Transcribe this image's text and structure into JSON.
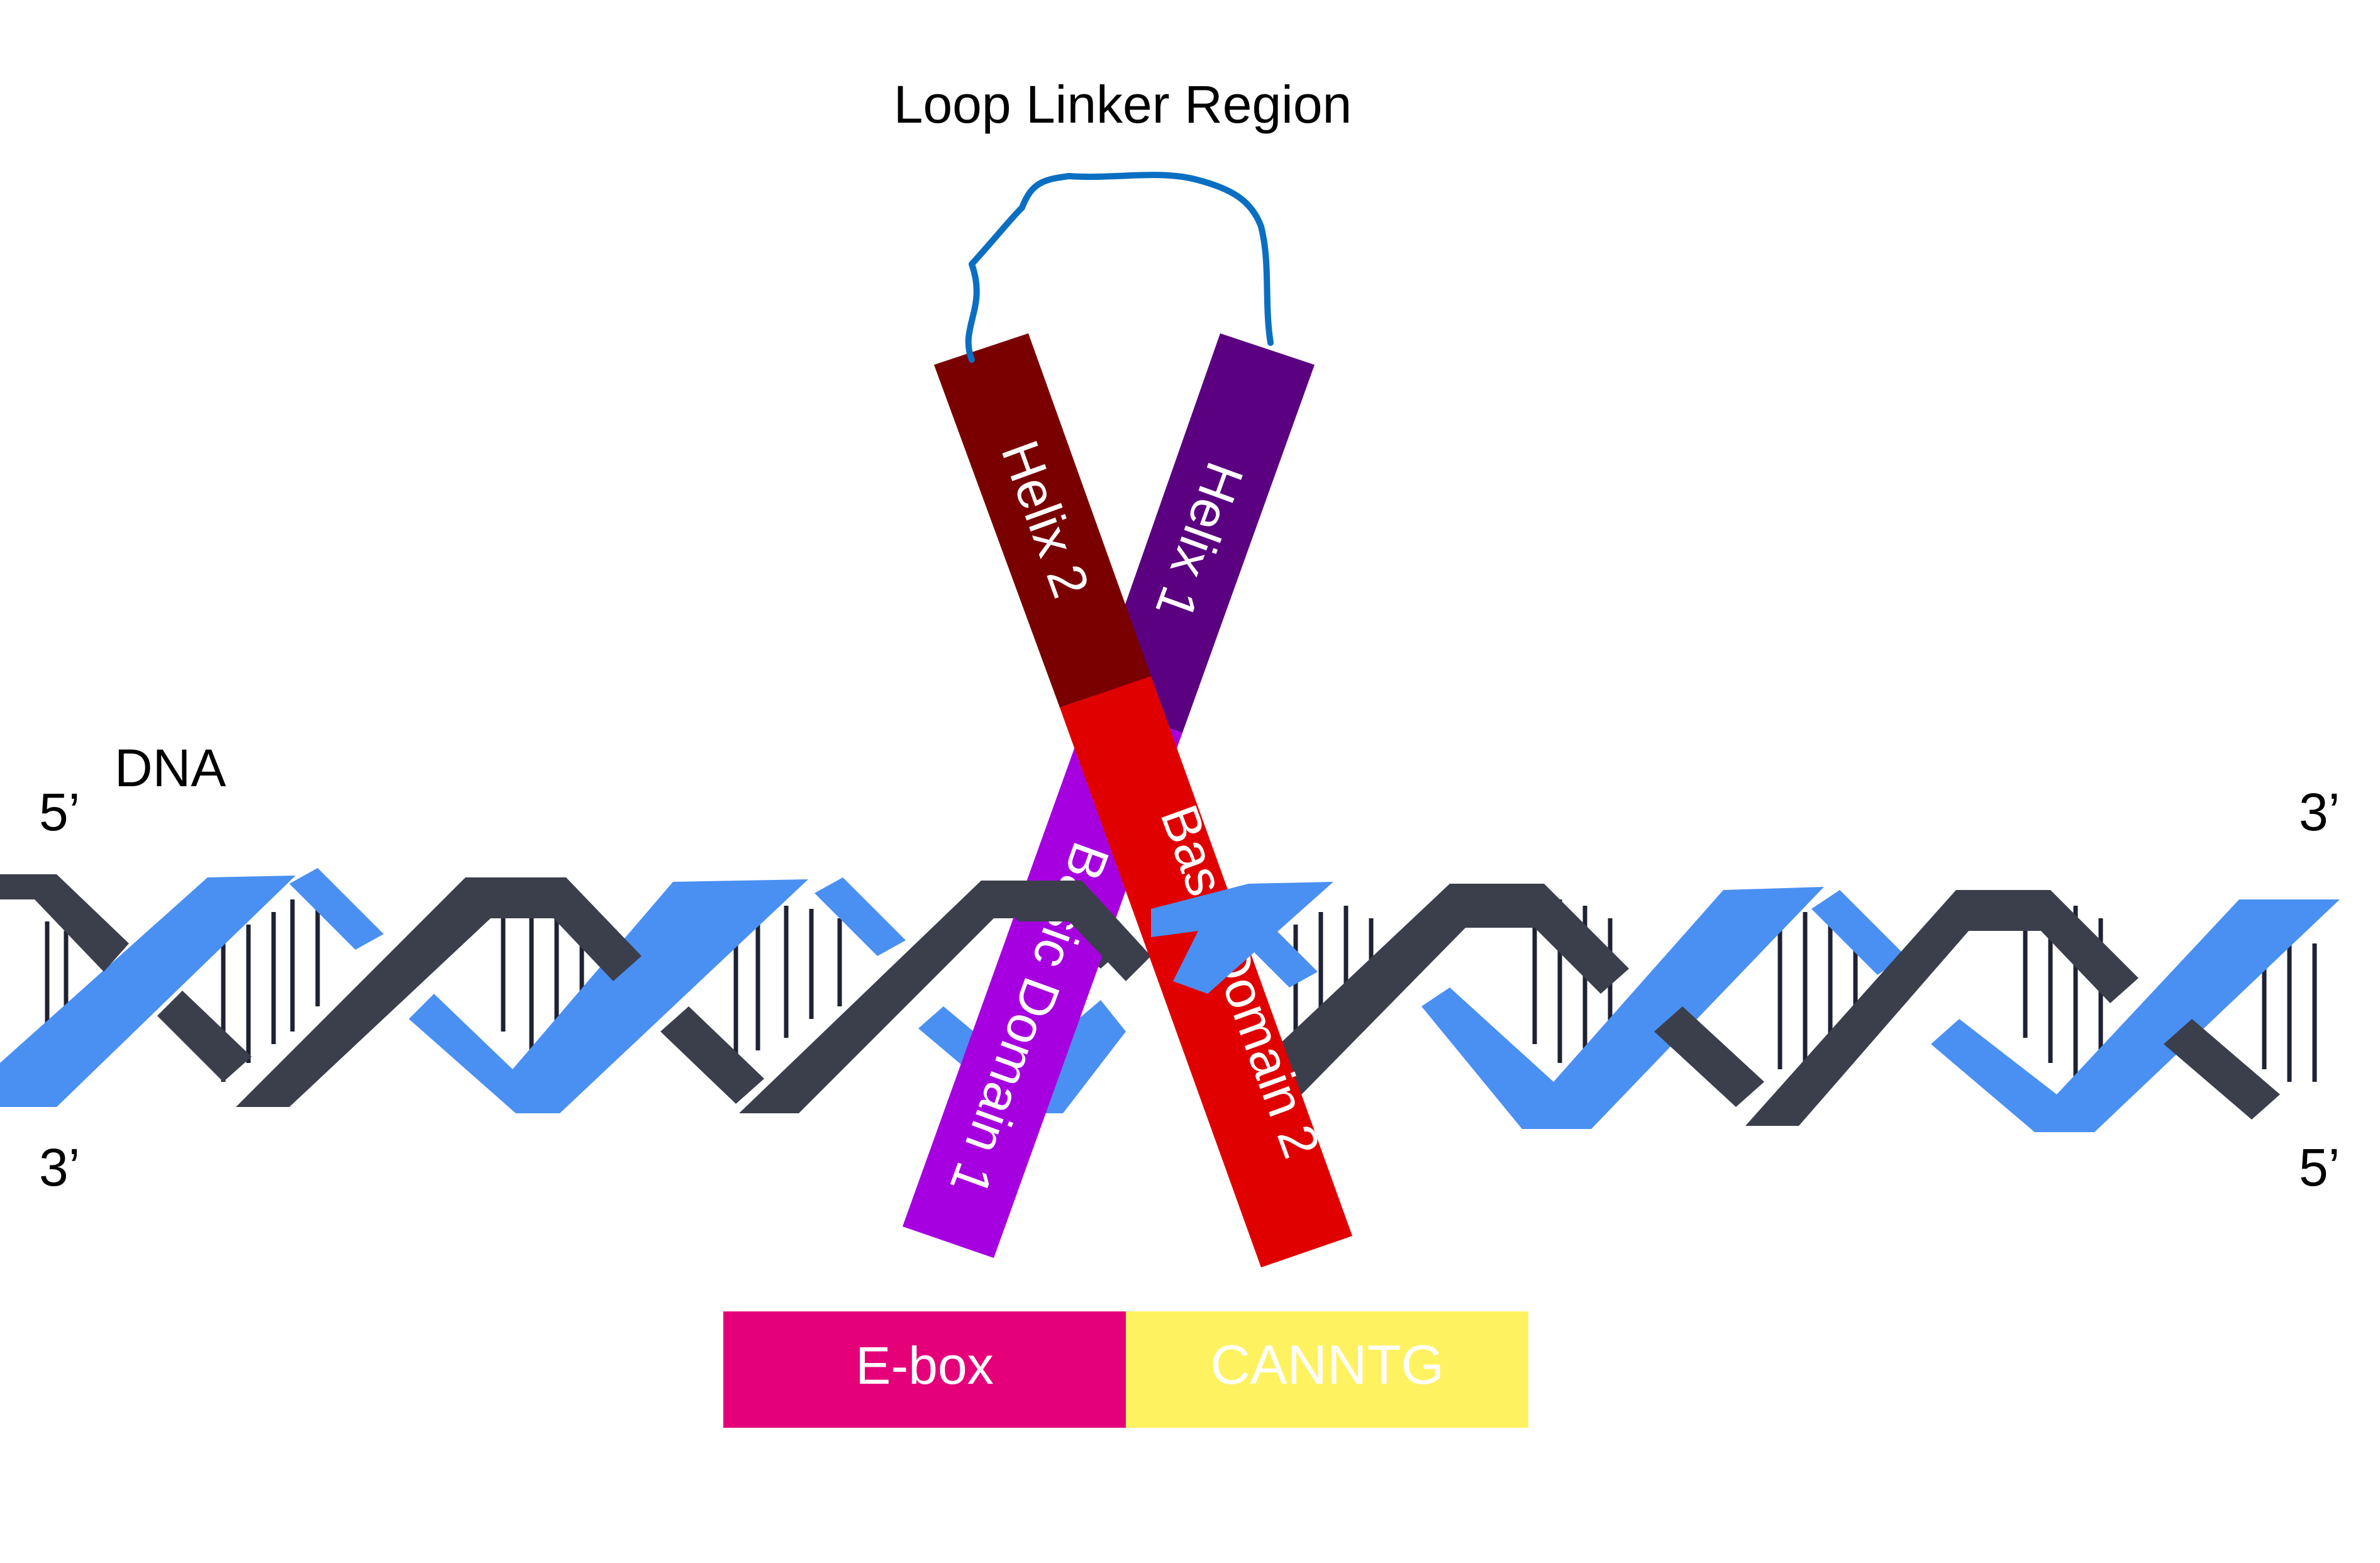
{
  "labels": {
    "loop_linker": "Loop Linker Region",
    "dna": "DNA",
    "left_top_end": "5’",
    "left_bottom_end": "3’",
    "right_top_end": "3’",
    "right_bottom_end": "5’"
  },
  "domains": {
    "helix_1": "Helix 1",
    "helix_2": "Helix 2",
    "basic_domain_1": "Basic Domain 1",
    "basic_domain_2": "Basic Domain 2"
  },
  "motif": {
    "name": "E-box",
    "sequence": "CANNTG"
  },
  "colors": {
    "strand_dark": "#3b3f4c",
    "strand_blue": "#4a90f2",
    "base_pair_line": "#1e2233",
    "loop_line": "#0a6fc2",
    "helix_1": "#5b0080",
    "helix_2": "#7a0000",
    "basic_domain_1": "#a600e0",
    "basic_domain_2": "#e00000",
    "ebox_fill": "#e5007a",
    "sequence_fill": "#fff260"
  }
}
